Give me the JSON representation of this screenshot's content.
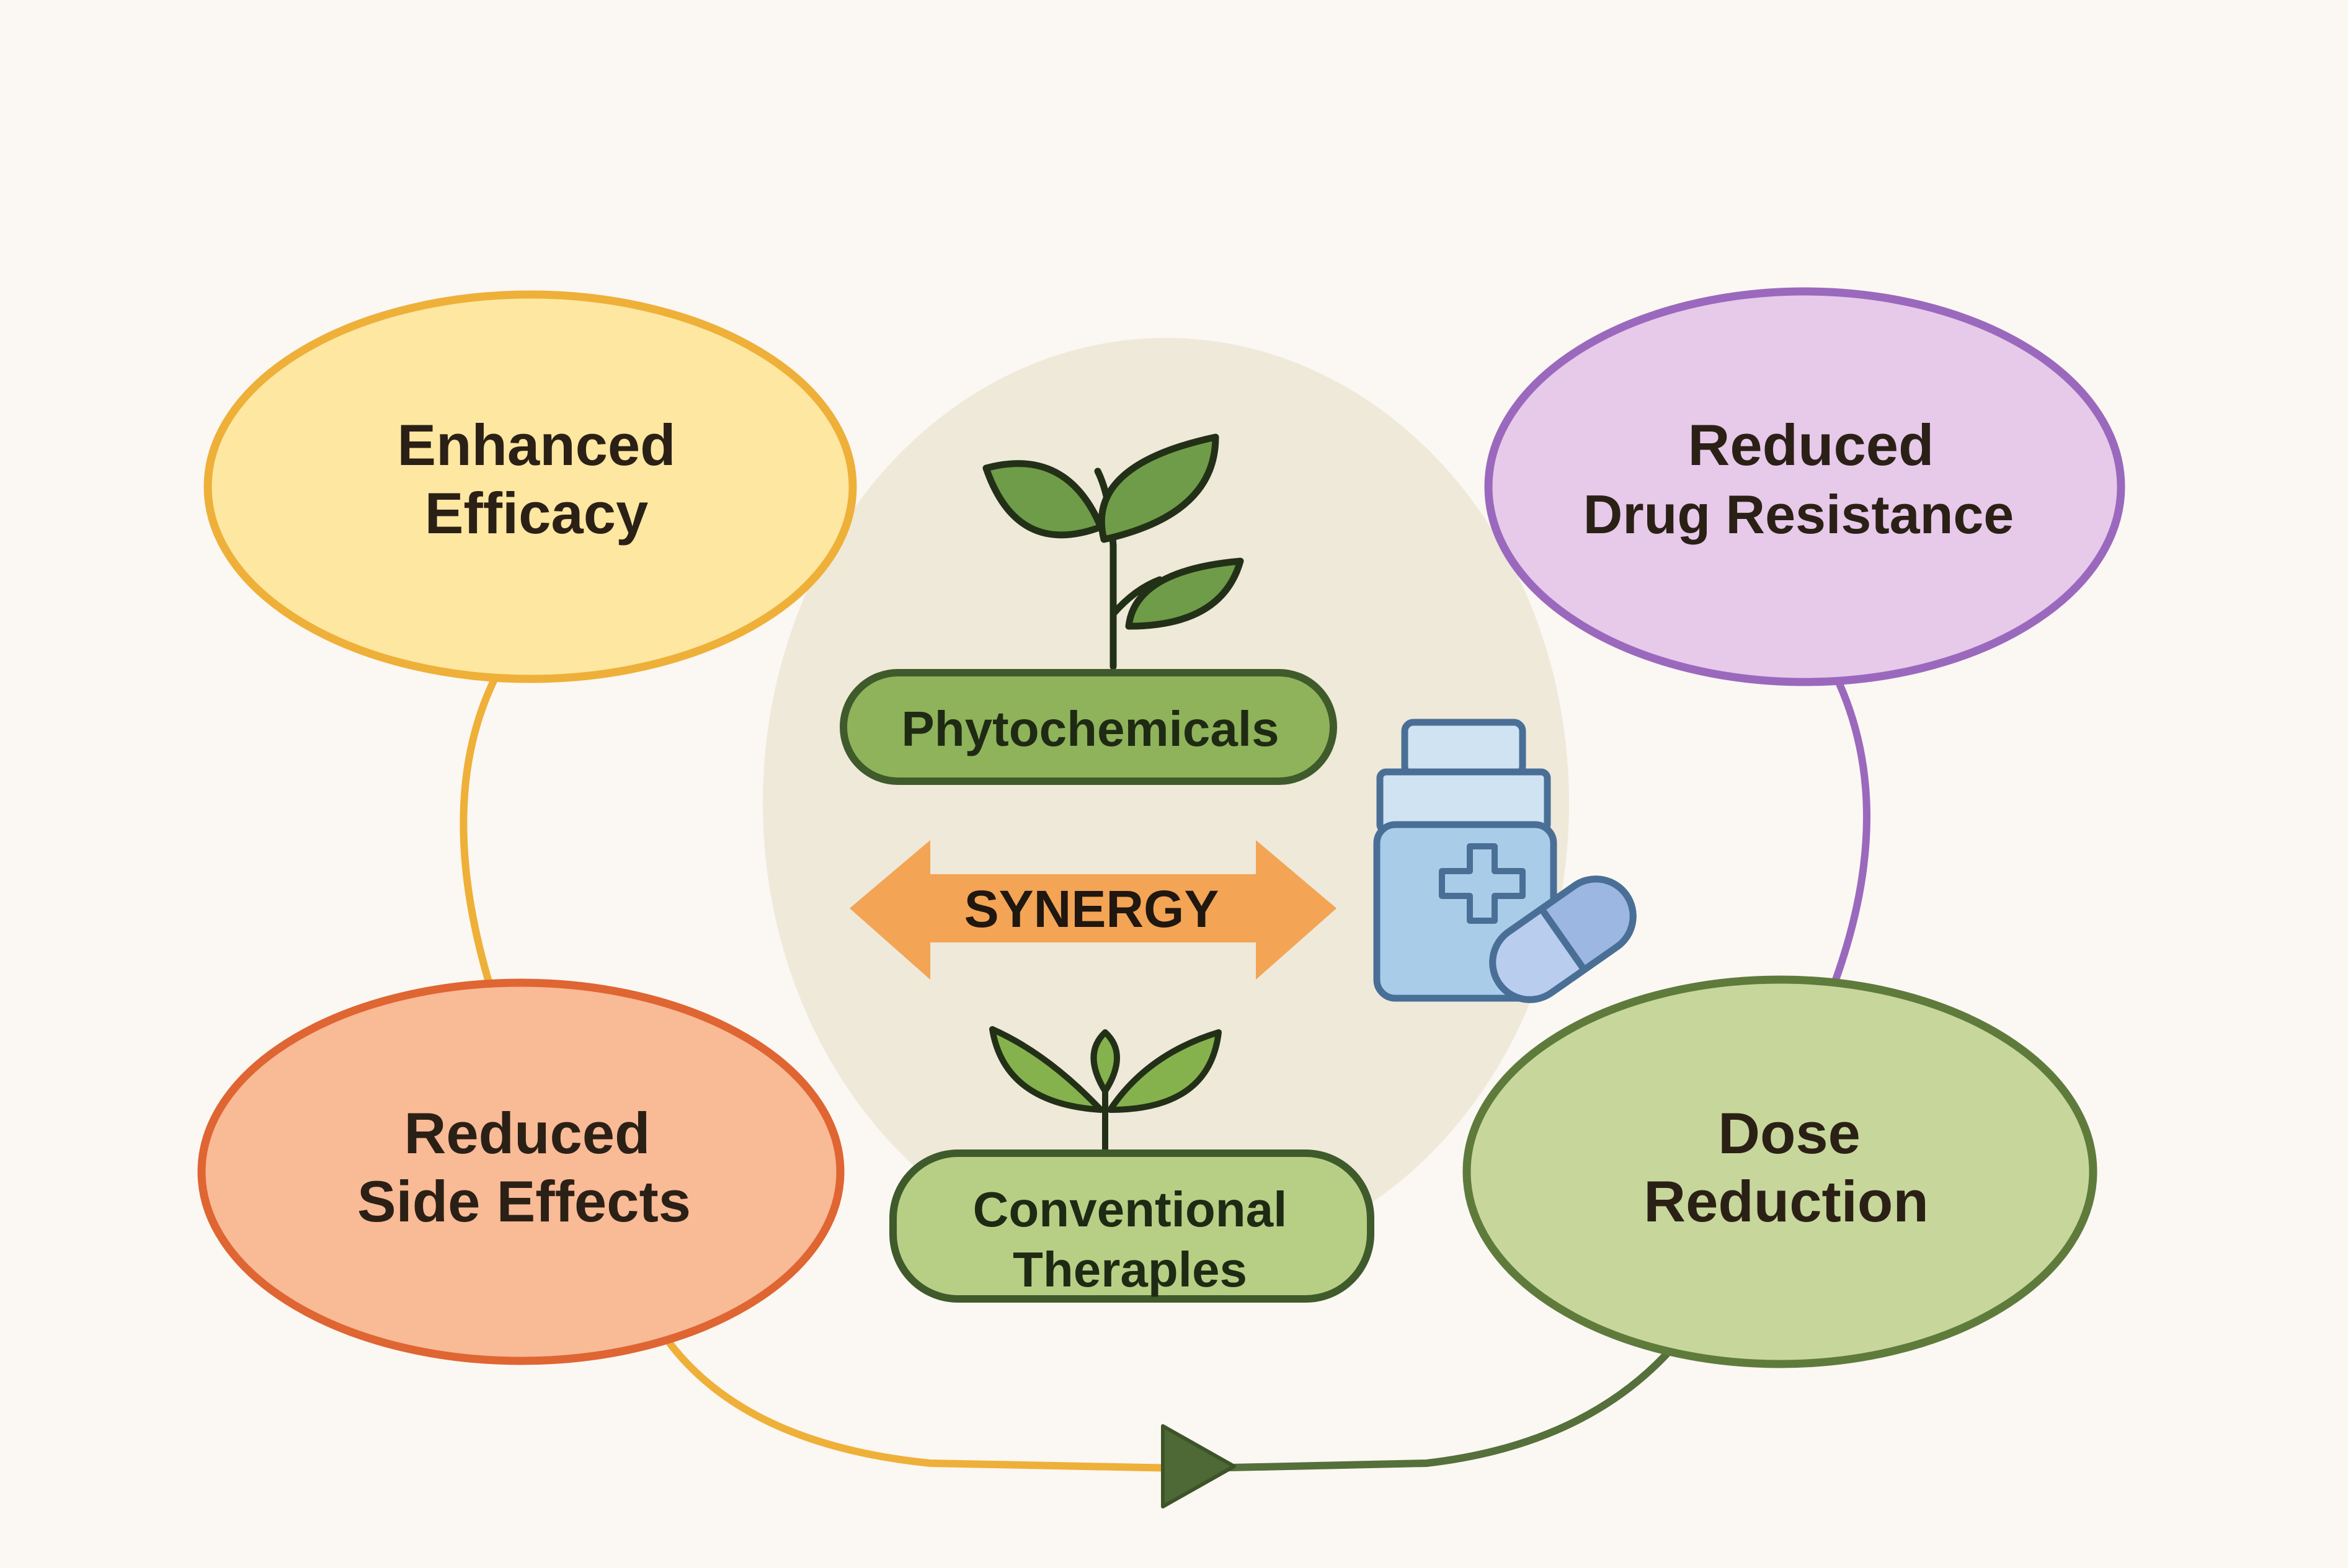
{
  "diagram": {
    "center": {
      "phytochemicals_label": "Phytochemicals",
      "synergy_label": "SYNERGY",
      "conventional_line1": "Conventional",
      "conventional_line2": "Theraples"
    },
    "outcomes": {
      "enhanced_efficacy": {
        "line1": "Enhanced",
        "line2": "Efficacy"
      },
      "reduced_drug_resistance": {
        "line1": "Reduced",
        "line2": "Drug Resistance"
      },
      "reduced_side_effects": {
        "line1": "Reduced",
        "line2": "Side Effects"
      },
      "dose_reduction": {
        "line1": "Dose",
        "line2": "Reduction"
      }
    },
    "icons": [
      "plant-sprout-icon",
      "seedling-icon",
      "medicine-bottle-icon",
      "capsule-pill-icon"
    ],
    "colors": {
      "background": "#fbf7f3",
      "center_blob": "#ece6d3",
      "yellow_fill": "#fde7a1",
      "yellow_stroke": "#eeb038",
      "purple_fill": "#e7c9ea",
      "purple_stroke": "#9a69bd",
      "orange_fill": "#f9ba96",
      "orange_stroke": "#df6532",
      "green_fill": "#c7d79b",
      "green_stroke": "#5f7b3c",
      "pill_fill": "#8fb35a",
      "pill_stroke": "#3f5a2b",
      "leaf_fill": "#6f9c48",
      "synergy_arrow": "#f3a454",
      "bottle_fill": "#a9cde8",
      "bottle_stroke": "#4a6f96",
      "text": "#2b2016"
    }
  }
}
